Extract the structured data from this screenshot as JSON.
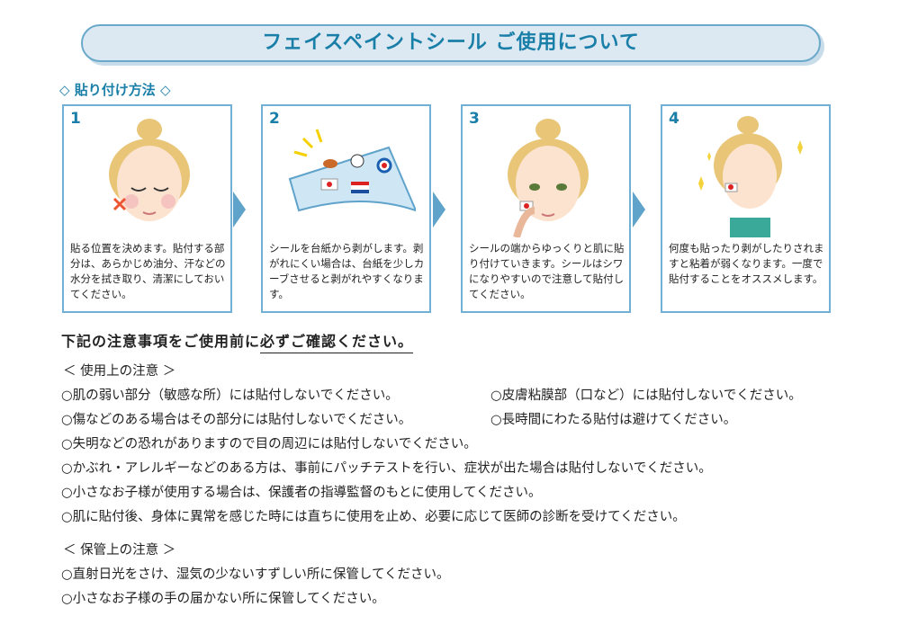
{
  "title": "フェイスペイントシール ご使用について",
  "method_heading": "◇ 貼り付け方法 ◇",
  "steps": [
    {
      "num": "1",
      "text": "貼る位置を決めます。貼付する部分は、あらかじめ油分、汗などの水分を拭き取り、清潔にしておいてください。"
    },
    {
      "num": "2",
      "text": "シールを台紙から剥がします。剥がれにくい場合は、台紙を少しカーブさせると剥がれやすくなります。"
    },
    {
      "num": "3",
      "text": "シールの端からゆっくりと肌に貼り付けていきます。シールはシワになりやすいので注意して貼付してください。"
    },
    {
      "num": "4",
      "text": "何度も貼ったり剥がしたりされますと粘着が弱くなります。一度で貼付することをオススメします。"
    }
  ],
  "warning": {
    "prefix": "下記の注意事項をご使用前に",
    "emphasis": "必ずご確認ください。"
  },
  "usage": {
    "heading": "＜ 使用上の注意 ＞",
    "items": [
      "○肌の弱い部分（敏感な所）には貼付しないでください。",
      "○皮膚粘膜部（口など）には貼付しないでください。",
      "○傷などのある場合はその部分には貼付しないでください。",
      "○長時間にわたる貼付は避けてください。",
      "○失明などの恐れがありますので目の周辺には貼付しないでください。",
      "○かぶれ・アレルギーなどのある方は、事前にパッチテストを行い、症状が出た場合は貼付しないでください。",
      "○小さなお子様が使用する場合は、保護者の指導監督のもとに使用してください。",
      "○肌に貼付後、身体に異常を感じた時には直ちに使用を止め、必要に応じて医師の診断を受けてください。"
    ]
  },
  "storage": {
    "heading": "＜ 保管上の注意 ＞",
    "items": [
      "○直射日光をさけ、湿気の少ないすずしい所に保管してください。",
      "○小さなお子様の手の届かない所に保管してください。"
    ]
  }
}
